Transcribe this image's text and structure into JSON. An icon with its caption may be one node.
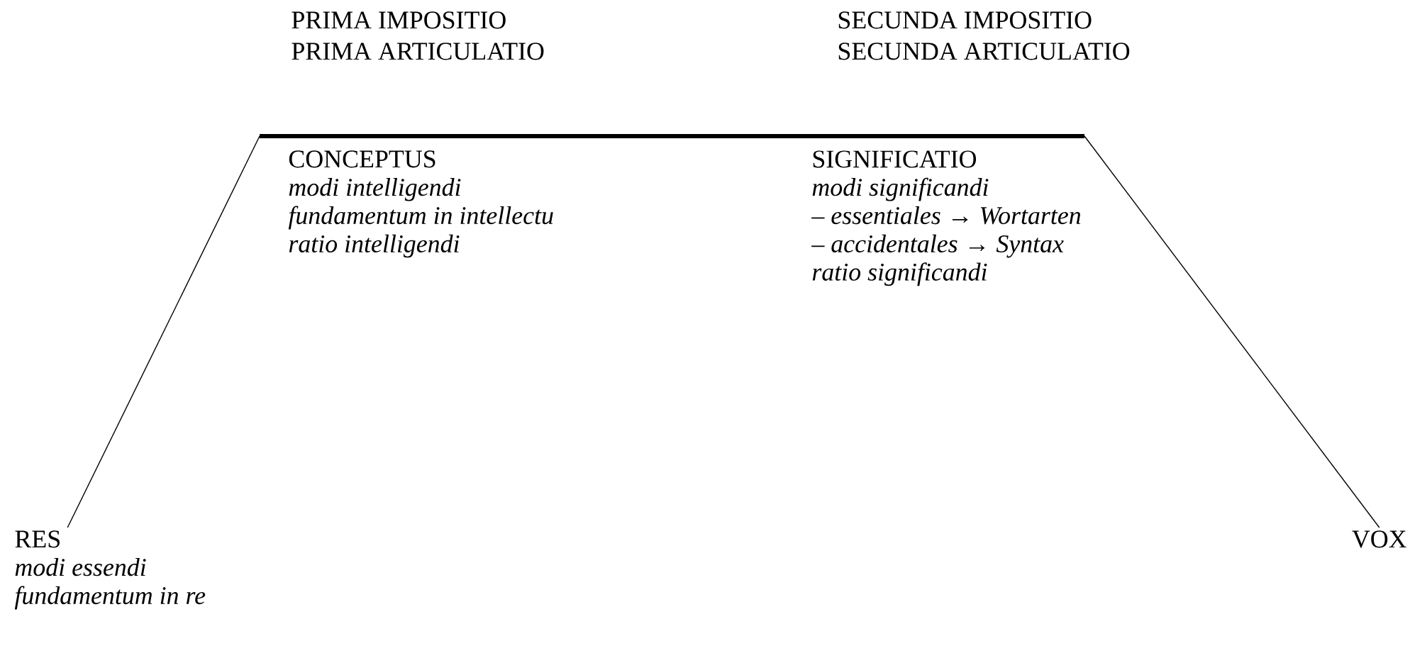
{
  "diagram": {
    "nodes": [
      {
        "text": [
          "RES",
          "modi essendi",
          "fundamentum in re"
        ]
      },
      {
        "text": [
          "CONCEPTUS",
          "modi intelligendi",
          "fundamentum in intellectu",
          "ratio intelligendi"
        ]
      },
      {
        "text": [
          "SIGNIFICATIO",
          "modi significandi",
          "– essentiales → Wortarten",
          "– accidentales → Syntax",
          "ratio significandi"
        ]
      },
      {
        "text": [
          "VOX"
        ]
      }
    ],
    "edges": [
      {
        "from": 0,
        "to": 1,
        "arrow": "none"
      },
      {
        "from": 1,
        "to": 2,
        "arrow": "none",
        "style": "thick"
      },
      {
        "from": 2,
        "to": 3,
        "arrow": "none"
      }
    ],
    "labels": [
      "PRIMA IMPOSITIO",
      "SECUNDA IMPOSITIO",
      "PRIMA ARTICULATIO",
      "SECUNDA ARTICULATIO"
    ]
  }
}
